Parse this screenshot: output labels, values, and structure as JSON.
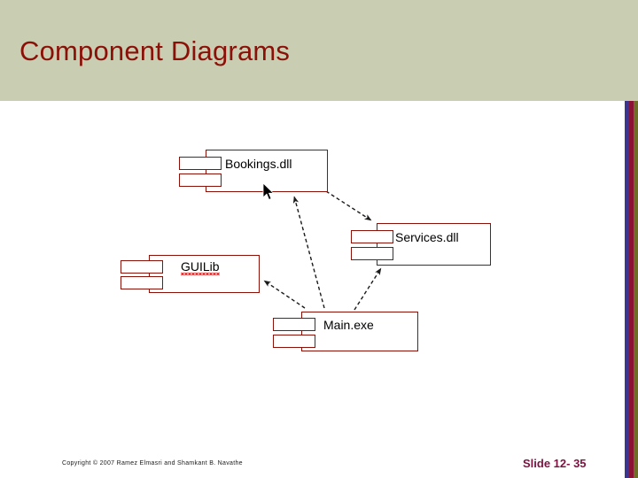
{
  "slide": {
    "title": "Component Diagrams",
    "title_color": "#8a1008",
    "header_bg": "#c9cdb1",
    "body_bg": "#ffffff"
  },
  "edge_stripes": [
    {
      "name": "stripe-blue",
      "color": "#3b3590"
    },
    {
      "name": "stripe-red",
      "color": "#8b1436"
    },
    {
      "name": "stripe-olive",
      "color": "#6e6e28"
    }
  ],
  "diagram": {
    "type": "uml-component-diagram",
    "components": [
      {
        "id": "bookings",
        "label": "Bookings.dll",
        "misspelled": false
      },
      {
        "id": "services",
        "label": "Services.dll",
        "misspelled": false
      },
      {
        "id": "guilib",
        "label": "GUILib",
        "misspelled": true
      },
      {
        "id": "main",
        "label": "Main.exe",
        "misspelled": false
      }
    ],
    "dependencies": [
      {
        "from": "bookings",
        "to": "services",
        "style": "dashed-arrow"
      },
      {
        "from": "main",
        "to": "services",
        "style": "dashed-arrow"
      },
      {
        "from": "main",
        "to": "guilib",
        "style": "dashed-arrow"
      },
      {
        "from": "main",
        "to": "bookings",
        "style": "dashed-arrow"
      }
    ],
    "stroke_color": "#8a1008",
    "arrow_color": "#222222"
  },
  "cursor": {
    "icon": "mouse-pointer-arrow"
  },
  "footer": {
    "copyright": "Copyright © 2007 Ramez Elmasri and Shamkant B. Navathe",
    "slide_number": "Slide 12- 35",
    "slide_number_color": "#7b1340"
  }
}
